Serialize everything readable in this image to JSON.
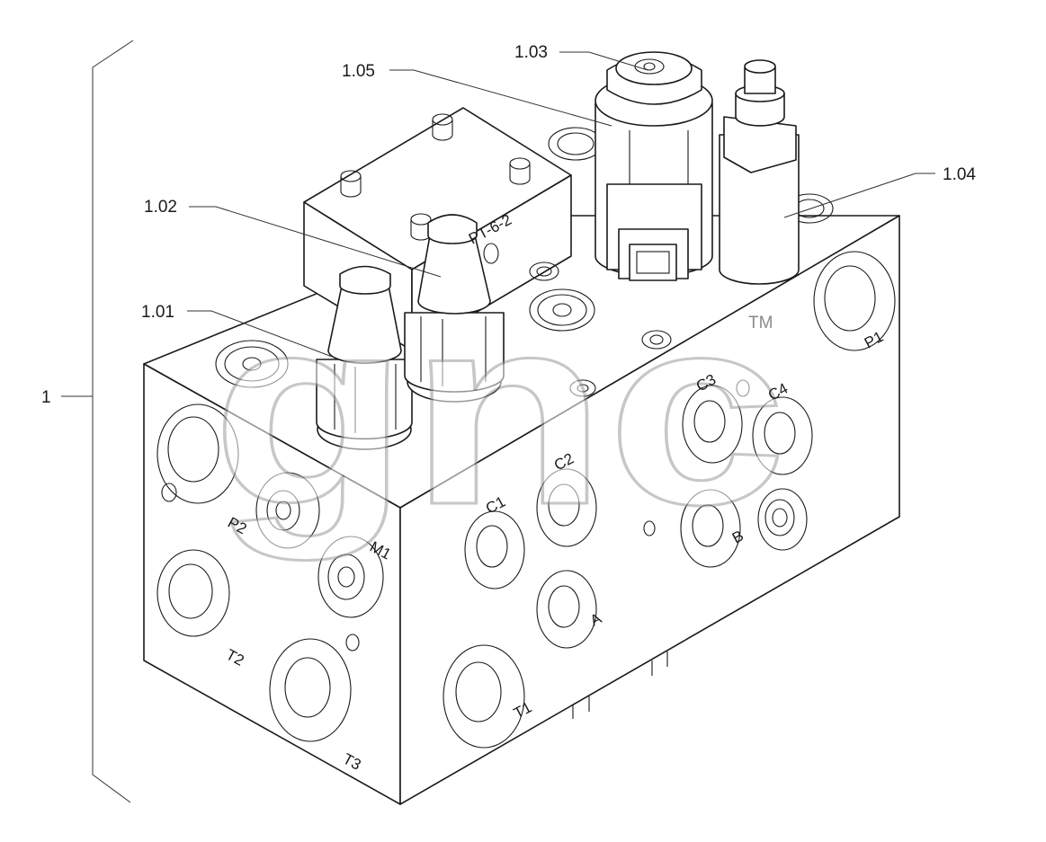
{
  "callouts": {
    "assembly": "1",
    "c101": "1.01",
    "c102": "1.02",
    "c103": "1.03",
    "c104": "1.04",
    "c105": "1.05"
  },
  "cartridge_stamp": "PT-6-2",
  "ports": {
    "p1": "P1",
    "p2": "P2",
    "m1": "M1",
    "t1": "T1",
    "t2": "T2",
    "t3": "T3",
    "a": "A",
    "b": "B",
    "c1": "C1",
    "c2": "C2",
    "c3": "C3",
    "c4": "C4"
  },
  "watermark": {
    "text": "gnc",
    "tm": "TM"
  }
}
